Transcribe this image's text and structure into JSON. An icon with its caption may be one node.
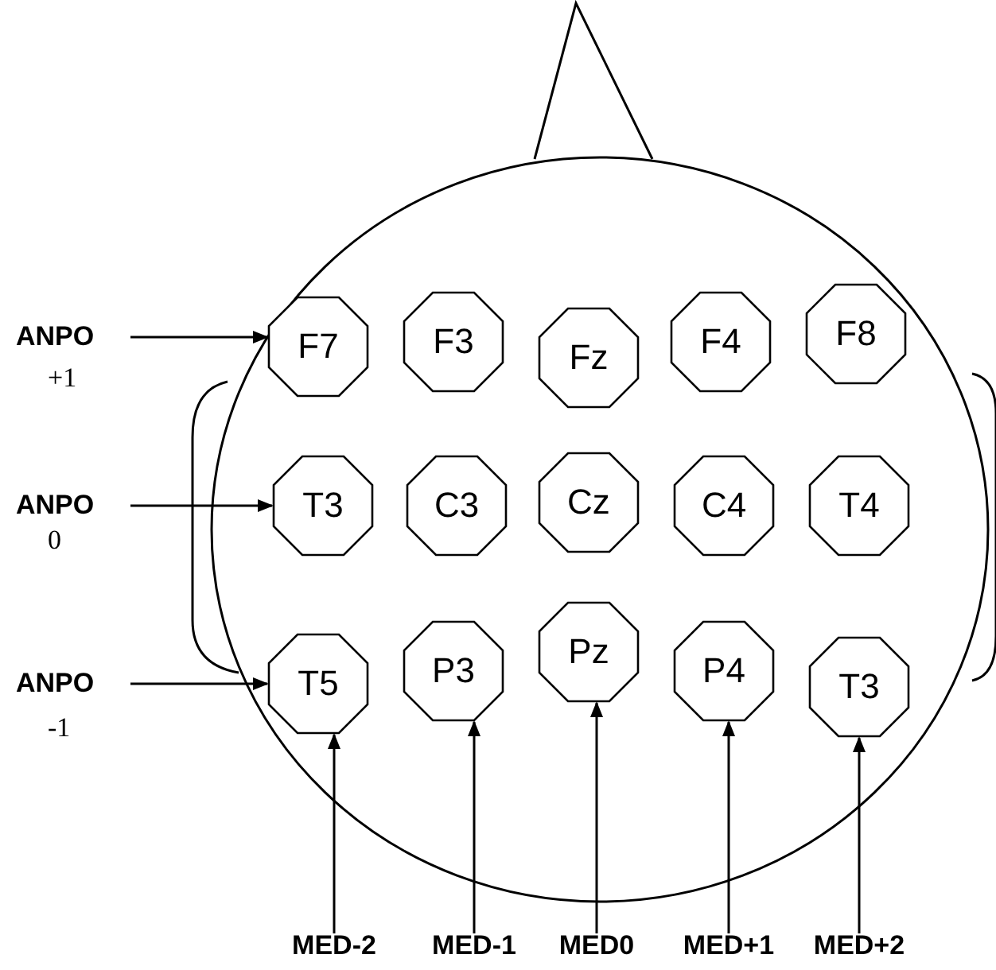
{
  "diagram": {
    "nodes": [
      {
        "text": [],
        "shape": "circle"
      },
      {
        "text": [
          "F7"
        ],
        "in": 0
      },
      {
        "text": [
          "F3"
        ],
        "in": 0
      },
      {
        "text": [
          "Fz"
        ],
        "in": 0
      },
      {
        "text": [
          "F4"
        ],
        "in": 0
      },
      {
        "text": [
          "F8"
        ],
        "in": 0
      },
      {
        "text": [
          "T3"
        ],
        "in": 0
      },
      {
        "text": [
          "C3"
        ],
        "in": 0
      },
      {
        "text": [
          "Cz"
        ],
        "in": 0
      },
      {
        "text": [
          "C4"
        ],
        "in": 0
      },
      {
        "text": [
          "T4"
        ],
        "in": 0
      },
      {
        "text": [
          "T5"
        ],
        "in": 0
      },
      {
        "text": [
          "P3"
        ],
        "in": 0
      },
      {
        "text": [
          "Pz"
        ],
        "in": 0
      },
      {
        "text": [
          "P4"
        ],
        "in": 0
      },
      {
        "text": [
          "T3"
        ],
        "in": 0
      },
      {
        "text": [
          "ANPO",
          "+1"
        ]
      },
      {
        "text": [
          "ANPO",
          "0"
        ]
      },
      {
        "text": [
          "ANPO",
          "-1"
        ]
      },
      {
        "text": [
          "MED-2"
        ]
      },
      {
        "text": [
          "MED-1"
        ]
      },
      {
        "text": [
          "MED0"
        ]
      },
      {
        "text": [
          "MED+1"
        ]
      },
      {
        "text": [
          "MED+2"
        ]
      }
    ],
    "edges": [
      {
        "from": 16,
        "to": 1,
        "arrow": "to"
      },
      {
        "from": 17,
        "to": 6,
        "arrow": "to"
      },
      {
        "from": 18,
        "to": 11,
        "arrow": "to"
      },
      {
        "from": 19,
        "to": 11,
        "arrow": "to"
      },
      {
        "from": 20,
        "to": 12,
        "arrow": "to"
      },
      {
        "from": 21,
        "to": 13,
        "arrow": "to"
      },
      {
        "from": 22,
        "to": 14,
        "arrow": "to"
      },
      {
        "from": 23,
        "to": 15,
        "arrow": "to"
      }
    ]
  }
}
